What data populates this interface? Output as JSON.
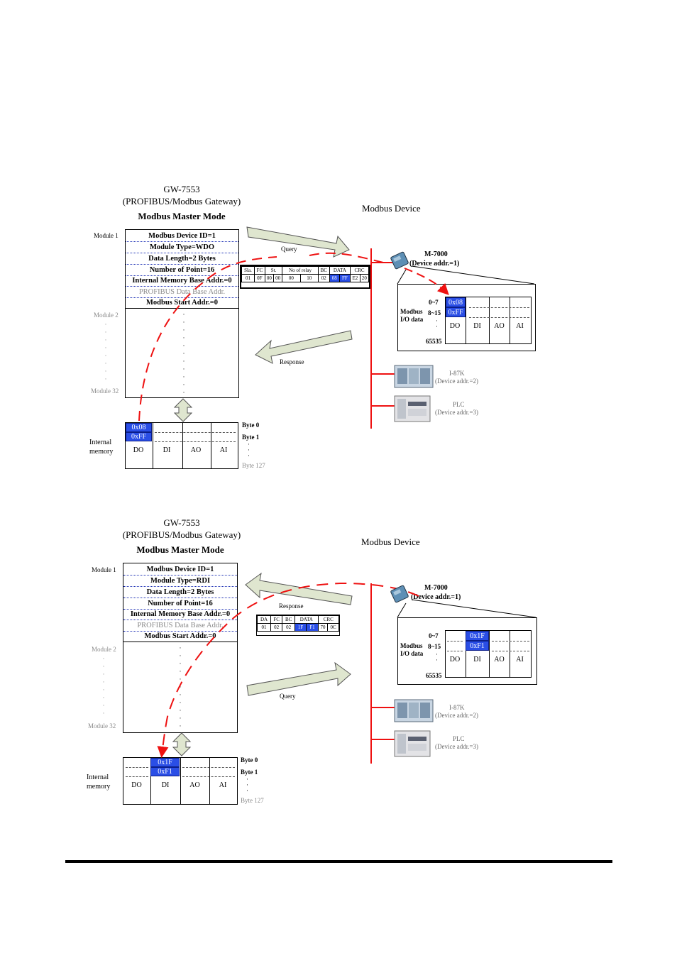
{
  "colors": {
    "highlight": "#2a4ee6",
    "bus": "#e11111",
    "arrow_fill": "#dfe6cf",
    "dotted_row": "#1c2fb4"
  },
  "panels": [
    {
      "gateway_title": "GW-7553",
      "gateway_subtitle": "(PROFIBUS/Modbus Gateway)",
      "mode": "Modbus Master Mode",
      "device_header": "Modbus Device",
      "module1_label": "Module 1",
      "module2_label": "Module 2",
      "module32_label": "Module 32",
      "config_rows": [
        "Modbus Device ID=1",
        "Module Type=WDO",
        "Data Length=2 Bytes",
        "Number of Point=16",
        "Internal Memory Base Addr.=0",
        "PROFIBUS Data Base Addr.",
        "Modbus Start Addr.=0"
      ],
      "upper_arrow_label": "Query",
      "lower_arrow_label": "Response",
      "frame_headers": [
        "Sla.",
        "FC",
        "St.",
        "No of relay",
        "BC",
        "DATA",
        "CRC"
      ],
      "frame_values": [
        "01",
        "0F",
        "00",
        "00",
        "00",
        "10",
        "02",
        "08",
        "FF",
        "E2",
        "20"
      ],
      "device_name": "M-7000",
      "device_addr": "(Device addr.=1)",
      "io_label": "Modbus I/O data",
      "io_ranges": [
        "0~7",
        "8~15",
        "65535"
      ],
      "io_columns": [
        "DO",
        "DI",
        "AO",
        "AI"
      ],
      "io_values": [
        "0x08",
        "0xFF"
      ],
      "other_devices": [
        {
          "name": "I-87K",
          "addr": "(Device addr.=2)"
        },
        {
          "name": "PLC",
          "addr": "(Device addr.=3)"
        }
      ],
      "mem_label": "Internal memory",
      "mem_columns": [
        "DO",
        "DI",
        "AO",
        "AI"
      ],
      "mem_values": [
        "0x08",
        "0xFF"
      ],
      "byte_labels": [
        "Byte 0",
        "Byte 1",
        "Byte 127"
      ]
    },
    {
      "gateway_title": "GW-7553",
      "gateway_subtitle": "(PROFIBUS/Modbus Gateway)",
      "mode": "Modbus Master Mode",
      "device_header": "Modbus Device",
      "module1_label": "Module 1",
      "module2_label": "Module 2",
      "module32_label": "Module 32",
      "config_rows": [
        "Modbus Device ID=1",
        "Module Type=RDI",
        "Data Length=2 Bytes",
        "Number of Point=16",
        "Internal Memory Base Addr.=0",
        "PROFIBUS Data Base Addr.",
        "Modbus Start Addr.=0"
      ],
      "upper_arrow_label": "Response",
      "lower_arrow_label": "Query",
      "frame_headers": [
        "DA",
        "FC",
        "BC",
        "DATA",
        "CRC"
      ],
      "frame_values": [
        "01",
        "02",
        "02",
        "1F",
        "F1",
        "70",
        "0C"
      ],
      "device_name": "M-7000",
      "device_addr": "(Device addr.=1)",
      "io_label": "Modbus I/O data",
      "io_ranges": [
        "0~7",
        "8~15",
        "65535"
      ],
      "io_columns": [
        "DO",
        "DI",
        "AO",
        "AI"
      ],
      "io_values": [
        "0x1F",
        "0xF1"
      ],
      "other_devices": [
        {
          "name": "I-87K",
          "addr": "(Device addr.=2)"
        },
        {
          "name": "PLC",
          "addr": "(Device addr.=3)"
        }
      ],
      "mem_label": "Internal memory",
      "mem_columns": [
        "DO",
        "DI",
        "AO",
        "AI"
      ],
      "mem_values": [
        "0x1F",
        "0xF1"
      ],
      "byte_labels": [
        "Byte 0",
        "Byte 1",
        "Byte 127"
      ]
    }
  ]
}
